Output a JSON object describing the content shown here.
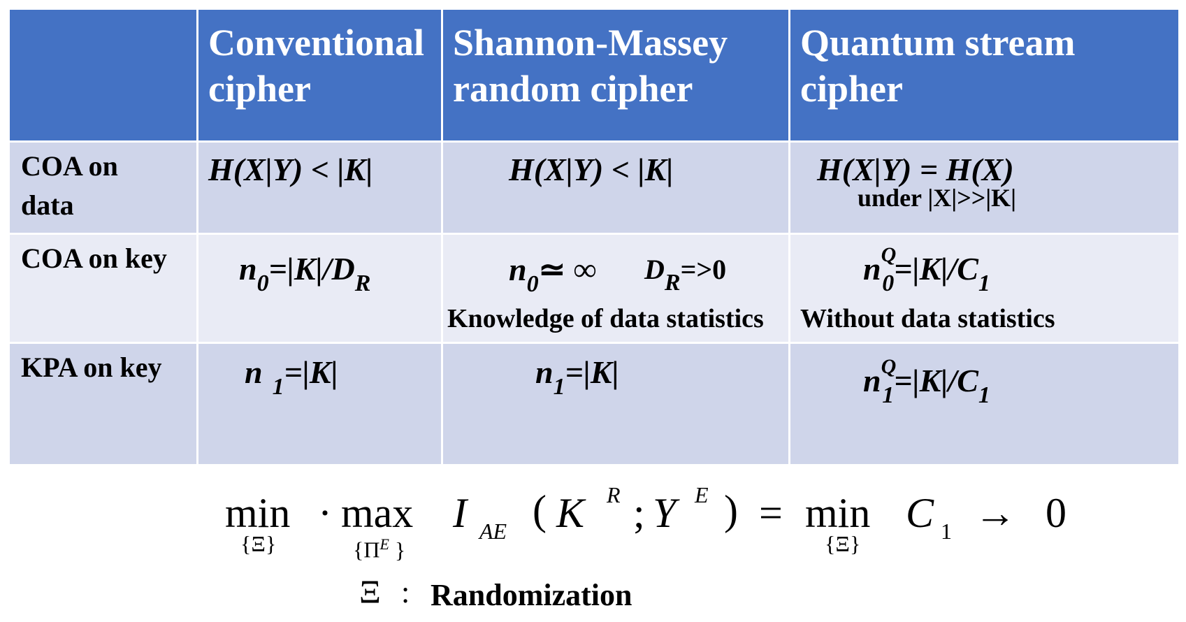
{
  "table": {
    "headers": [
      "",
      "Conventional cipher",
      "Shannon-Massey random cipher",
      "Quantum stream cipher"
    ],
    "header_lines": {
      "conventional": [
        "Conventional",
        "cipher"
      ],
      "shannon": [
        "Shannon-Massey",
        "random cipher"
      ],
      "quantum": [
        "Quantum stream",
        "cipher"
      ]
    },
    "rows": [
      {
        "label_lines": [
          "COA on",
          "data"
        ],
        "conventional": "H(X|Y) < |K|",
        "shannon": "H(X|Y) < |K|",
        "quantum": "H(X|Y) = H(X)",
        "quantum_note": "under |X|>>|K|"
      },
      {
        "label": "COA on key",
        "conventional": {
          "n": "n",
          "n_sub": "0",
          "eq": "=|K|/D",
          "eq_sub": "R"
        },
        "shannon": {
          "n": "n",
          "n_sub": "0",
          "approx": "≃ ∞",
          "d": "D",
          "d_sub": "R",
          "d_tail": "=>0",
          "note": "Knowledge of data statistics"
        },
        "quantum": {
          "n": "n",
          "n_sup": "Q",
          "n_sub": "0",
          "eq": "=|K|/C",
          "eq_sub": "1",
          "note": "Without data statistics"
        }
      },
      {
        "label": "KPA on key",
        "conventional": {
          "n": "n",
          "n_sub": "1",
          "eq": "=|K|"
        },
        "shannon": {
          "n": "n",
          "n_sub": "1",
          "eq": "=|K|"
        },
        "quantum": {
          "n": "n",
          "n_sup": "Q",
          "n_sub": "1",
          "eq": "=|K|/C",
          "eq_sub": "1"
        }
      }
    ]
  },
  "formula": {
    "min1": "min",
    "min1_sub": "{Ξ}",
    "dot": "·",
    "max": "max",
    "max_sub": "{Π",
    "max_sub_sup": "E",
    "max_sub_close": "}",
    "I": "I",
    "I_sub": "AE",
    "open": "(",
    "K": "K",
    "K_sup": "R",
    "semi": ";",
    "Y": "Y",
    "Y_sup": "E",
    "close": ")",
    "eq": "=",
    "min2": "min",
    "min2_sub": "{Ξ}",
    "C": "C",
    "C_sub": "1",
    "arrow": "→",
    "zero": "0"
  },
  "legend": {
    "symbol": "Ξ",
    "colon": ":",
    "text": "Randomization"
  },
  "colors": {
    "header_bg": "#4472c4",
    "row_dark": "#cfd5ea",
    "row_light": "#e9ebf5"
  }
}
